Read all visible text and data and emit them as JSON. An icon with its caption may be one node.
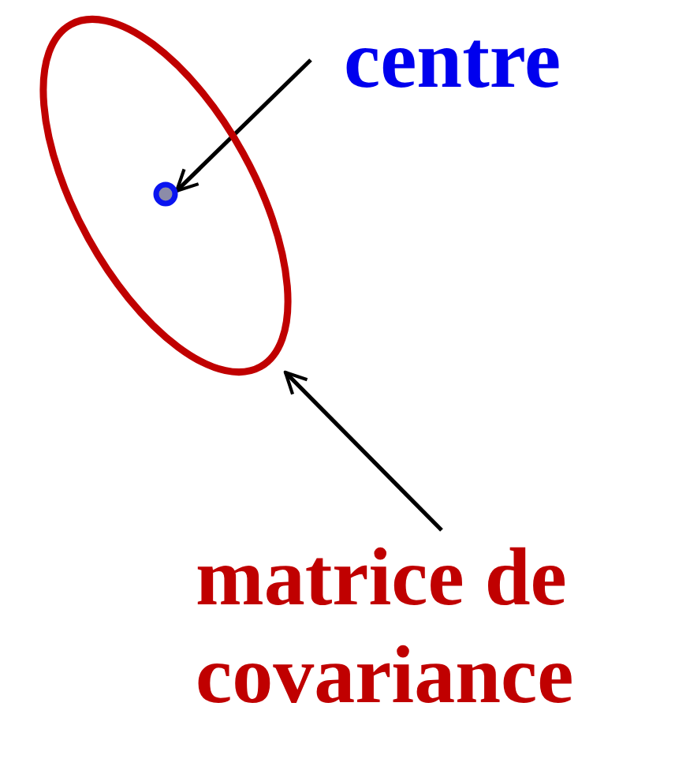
{
  "diagram": {
    "nodes": [
      {
        "text": [],
        "shape": "ellipse"
      },
      {
        "text": [],
        "shape": "circle",
        "in": 0
      },
      {
        "text": [
          "centre"
        ]
      },
      {
        "text": [
          "matrice de covariance"
        ]
      }
    ],
    "edges": [
      {
        "from": 2,
        "to": 1,
        "arrow": "to"
      },
      {
        "from": 3,
        "to": 0,
        "arrow": "to"
      }
    ]
  }
}
